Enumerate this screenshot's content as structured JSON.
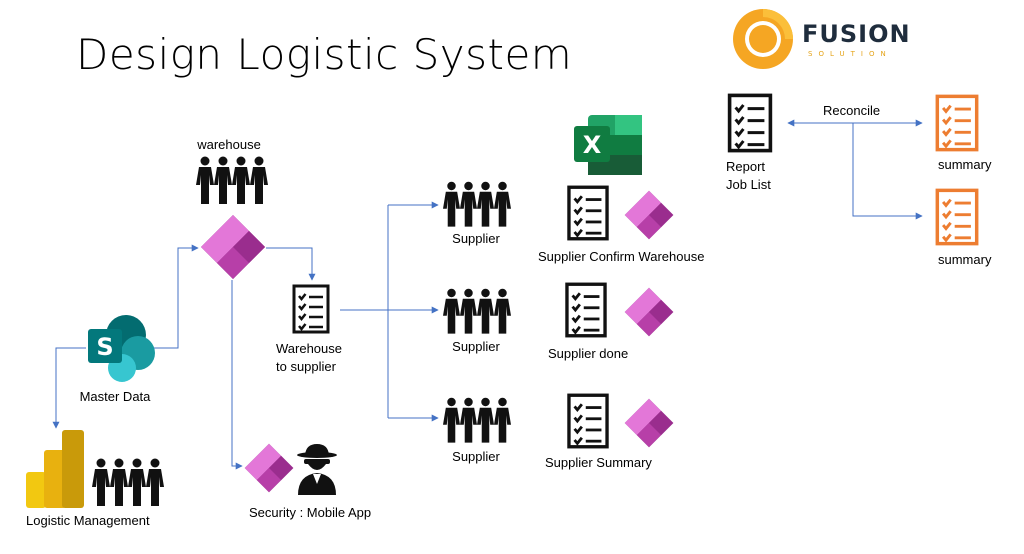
{
  "title": "Design Logistic System",
  "brand": {
    "name": "FUSION",
    "tagline": "SOLUTION",
    "accent": "#f5a623"
  },
  "colors": {
    "connector": "#4472c4",
    "powerapps": "#a4268d",
    "sharepoint": "#128079",
    "excel": "#1d6f42",
    "powerbi": "#f2c811",
    "summary": "#ed7d31"
  },
  "nodes": {
    "warehouse": "warehouse",
    "master_data": "Master Data",
    "logistic_management": "Logistic Management",
    "warehouse_to_supplier": [
      "Warehouse",
      "to supplier"
    ],
    "security": "Security : Mobile App",
    "supplier_1": "Supplier",
    "supplier_2": "Supplier",
    "supplier_3": "Supplier",
    "supplier_confirm": "Supplier Confirm Warehouse",
    "supplier_done": "Supplier done",
    "supplier_summary": "Supplier Summary",
    "report_job_list": [
      "Report",
      "Job List"
    ],
    "reconcile": "Reconcile",
    "summary_1": "summary",
    "summary_2": "summary"
  },
  "icons": [
    "people-group-icon",
    "powerapps-icon",
    "sharepoint-icon",
    "powerbi-icon",
    "checklist-icon",
    "spy-icon",
    "excel-icon",
    "fusion-logo"
  ]
}
